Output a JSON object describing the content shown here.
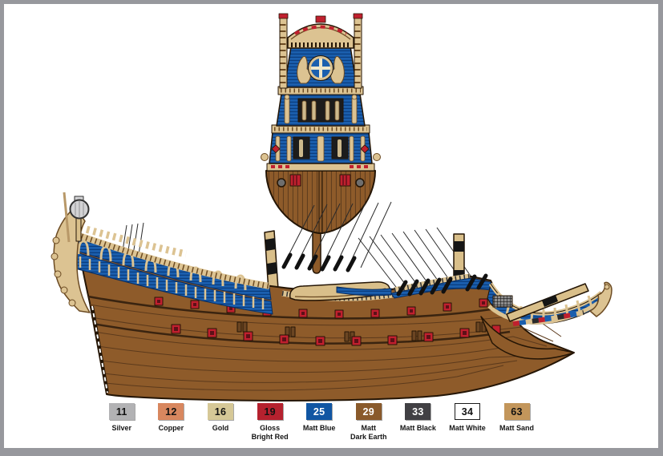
{
  "page": {
    "frame_color": "#97989d",
    "background": "#ffffff",
    "subject": "model ship painting guide sheet (galleon, stern view and side profile)"
  },
  "illustration": {
    "views": [
      "stern view",
      "side profile view"
    ],
    "colors": {
      "hull_brown": "#8e5b2a",
      "plank_line_brown": "#5c3a1c",
      "decor_blue": "#1b5fae",
      "dark_blue": "#0a3d7e",
      "carving_tan": "#dcc392",
      "tan_outline": "#6b4a22",
      "accent_red": "#c0202e",
      "dark_red": "#5e1018",
      "lantern_silver": "#d3d3d5",
      "outline_black": "#241505"
    }
  },
  "paint_chart": {
    "colors": [
      {
        "number": "11",
        "name": "Silver",
        "hex": "#b2b2b4",
        "text_color": "#111111",
        "bordered": false
      },
      {
        "number": "12",
        "name": "Copper",
        "hex": "#d8875f",
        "text_color": "#111111",
        "bordered": false
      },
      {
        "number": "16",
        "name": "Gold",
        "hex": "#d6c897",
        "text_color": "#111111",
        "bordered": false
      },
      {
        "number": "19",
        "name": "Gloss\nBright Red",
        "hex": "#b5212e",
        "text_color": "#111111",
        "bordered": false
      },
      {
        "number": "25",
        "name": "Matt Blue",
        "hex": "#1156a3",
        "text_color": "#ffffff",
        "bordered": false
      },
      {
        "number": "29",
        "name": "Matt\nDark Earth",
        "hex": "#8a5a2b",
        "text_color": "#ffffff",
        "bordered": false
      },
      {
        "number": "33",
        "name": "Matt Black",
        "hex": "#414044",
        "text_color": "#ffffff",
        "bordered": false
      },
      {
        "number": "34",
        "name": "Matt White",
        "hex": "#ffffff",
        "text_color": "#111111",
        "bordered": true
      },
      {
        "number": "63",
        "name": "Matt Sand",
        "hex": "#c3965b",
        "text_color": "#111111",
        "bordered": false
      }
    ]
  }
}
